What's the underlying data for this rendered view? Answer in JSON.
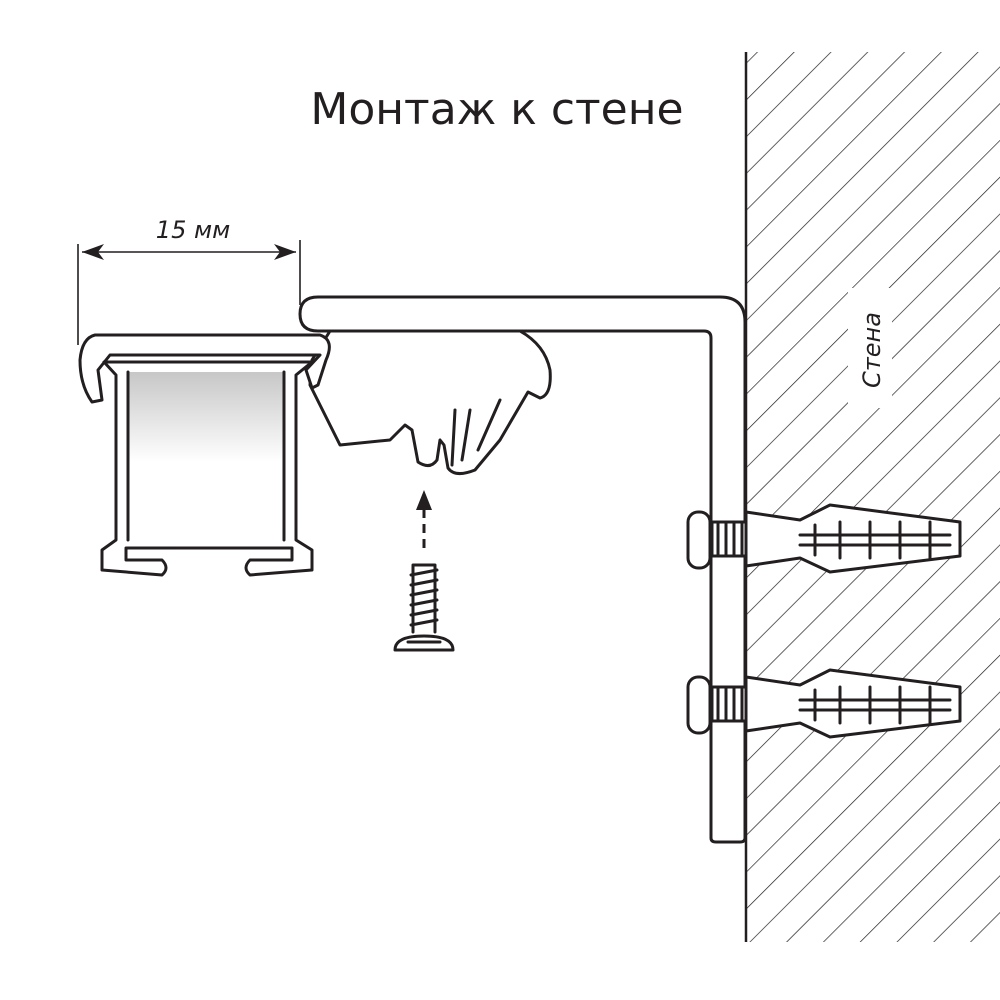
{
  "title": "Монтаж к стене",
  "dimension_label": "15 мм",
  "wall_label": "Стена",
  "colors": {
    "line": "#231f20",
    "background": "#ffffff"
  }
}
